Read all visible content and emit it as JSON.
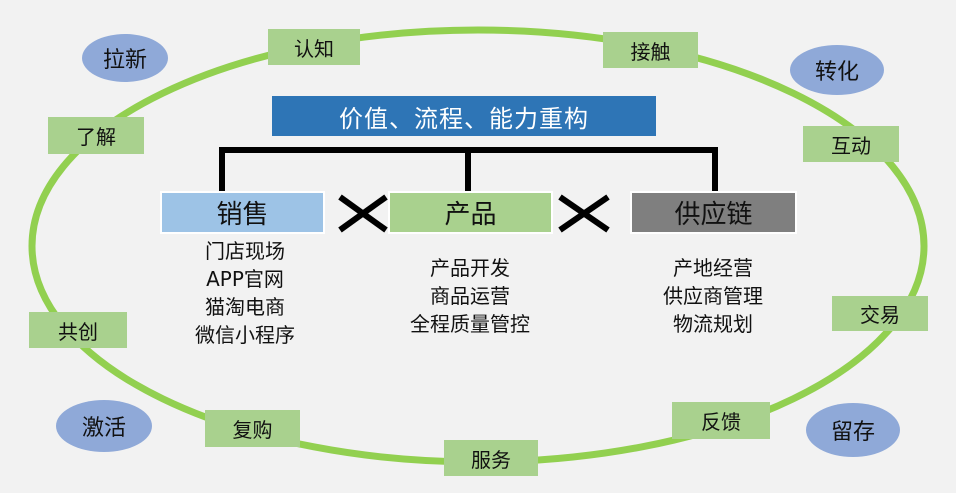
{
  "title": "价值、流程、能力重构",
  "ring_tags": {
    "renzhi": "认知",
    "jiechu": "接触",
    "liaojie": "了解",
    "hudong": "互动",
    "gongchuang": "共创",
    "jiaoyi": "交易",
    "fugou": "复购",
    "fuwu": "服务",
    "fankui": "反馈"
  },
  "ovals": {
    "laxin": "拉新",
    "zhuanhua": "转化",
    "jihuo": "激活",
    "liucun": "留存"
  },
  "columns": [
    {
      "head": "销售",
      "items": [
        "门店现场",
        "APP官网",
        "猫淘电商",
        "微信小程序"
      ]
    },
    {
      "head": "产品",
      "items": [
        "产品开发",
        "商品运营",
        "全程质量管控"
      ]
    },
    {
      "head": "供应链",
      "items": [
        "产地经营",
        "供应商管理",
        "物流规划"
      ]
    }
  ],
  "colors": {
    "ring": "#92d050",
    "tag": "#a9d18e",
    "oval": "#8fa9d8",
    "title_bg": "#2e75b6",
    "sales_head": "#9dc3e6",
    "product_head": "#a9d18e",
    "supply_head": "#7f7f7f"
  }
}
